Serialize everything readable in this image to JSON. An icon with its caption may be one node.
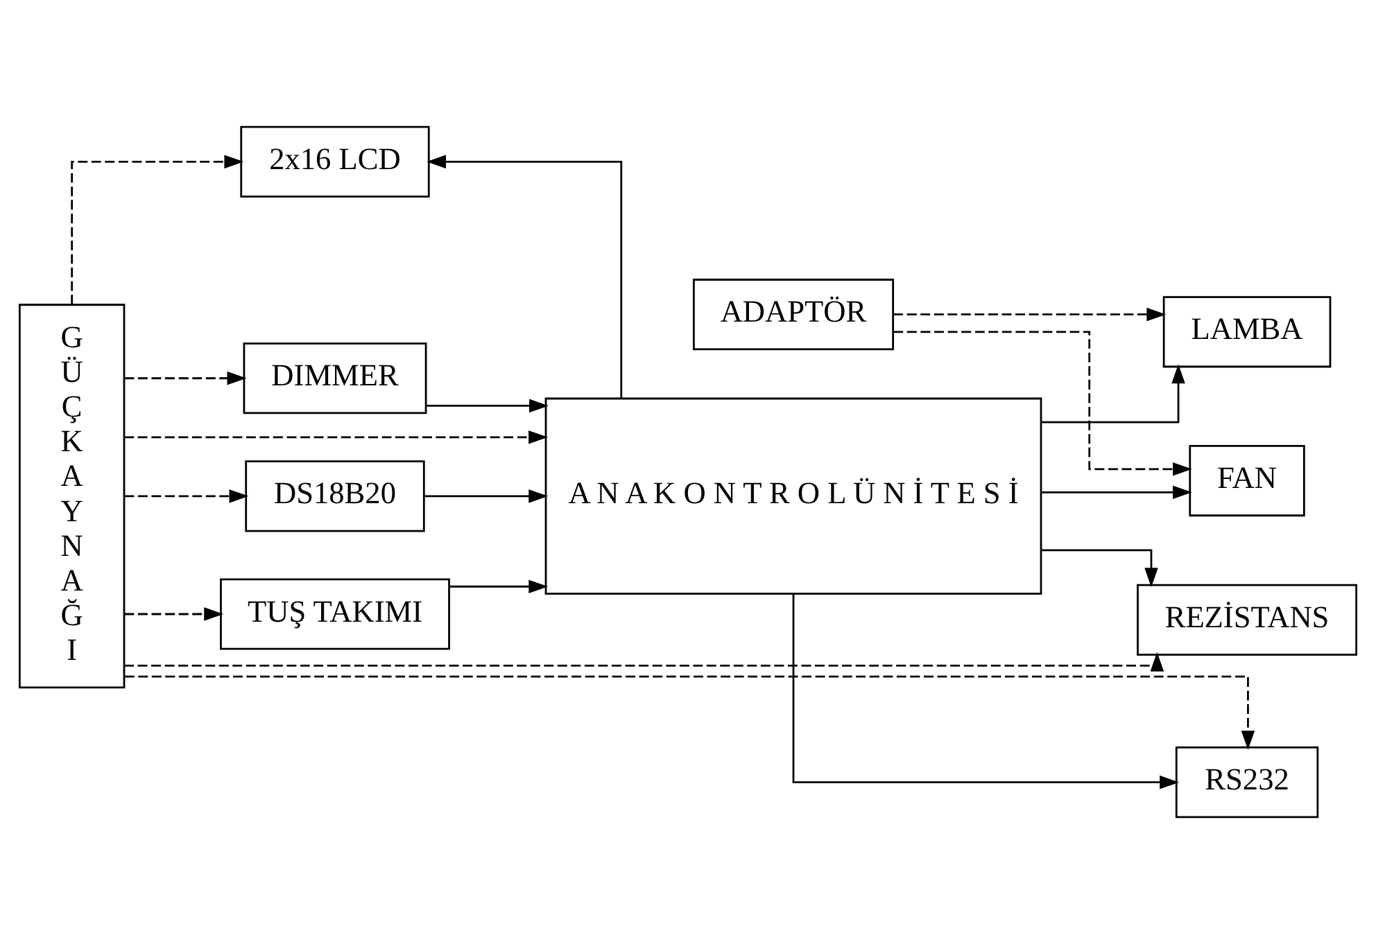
{
  "diagram": {
    "nodes": [
      {
        "text": [
          "G Ü Ç K A Y N A Ğ I"
        ]
      },
      {
        "text": [
          "DIMMER"
        ]
      },
      {
        "text": [
          "DS18B20"
        ]
      },
      {
        "text": [
          "2x16 LCD"
        ]
      },
      {
        "text": [
          "TUŞ TAKIMI"
        ]
      },
      {
        "text": [
          "A N A K O N T R O L Ü N İ T E S İ"
        ]
      },
      {
        "text": [
          "LAMBA"
        ]
      },
      {
        "text": [
          "ADAPTÖR"
        ]
      },
      {
        "text": [
          "FAN"
        ]
      },
      {
        "text": [
          "REZİSTANS"
        ]
      },
      {
        "text": [
          "RS232"
        ]
      }
    ],
    "edges": [
      {
        "from": 0,
        "to": 1,
        "arrow": "to",
        "style": "dashed"
      },
      {
        "from": 0,
        "to": 2,
        "arrow": "to",
        "style": "dashed"
      },
      {
        "from": 0,
        "to": 5,
        "arrow": "to",
        "style": "dashed"
      },
      {
        "from": 0,
        "to": 3,
        "arrow": "to",
        "style": "dashed"
      },
      {
        "from": 0,
        "to": 4,
        "arrow": "to",
        "style": "dashed"
      },
      {
        "from": 0,
        "to": 10,
        "arrow": "to",
        "style": "dashed"
      },
      {
        "from": 0,
        "to": 9,
        "arrow": "to",
        "style": "dashed"
      },
      {
        "from": 1,
        "to": 5,
        "arrow": "to"
      },
      {
        "from": 2,
        "to": 5,
        "arrow": "to"
      },
      {
        "from": 5,
        "to": 3,
        "arrow": "to"
      },
      {
        "from": 4,
        "to": 5,
        "arrow": "to"
      },
      {
        "from": 5,
        "to": 6,
        "arrow": "to"
      },
      {
        "from": 5,
        "to": 8,
        "arrow": "to"
      },
      {
        "from": 5,
        "to": 9,
        "arrow": "to"
      },
      {
        "from": 5,
        "to": 10,
        "arrow": "to"
      },
      {
        "from": 7,
        "to": 6,
        "arrow": "to",
        "style": "dashed"
      },
      {
        "from": 7,
        "to": 8,
        "arrow": "to",
        "style": "dashed"
      }
    ]
  }
}
